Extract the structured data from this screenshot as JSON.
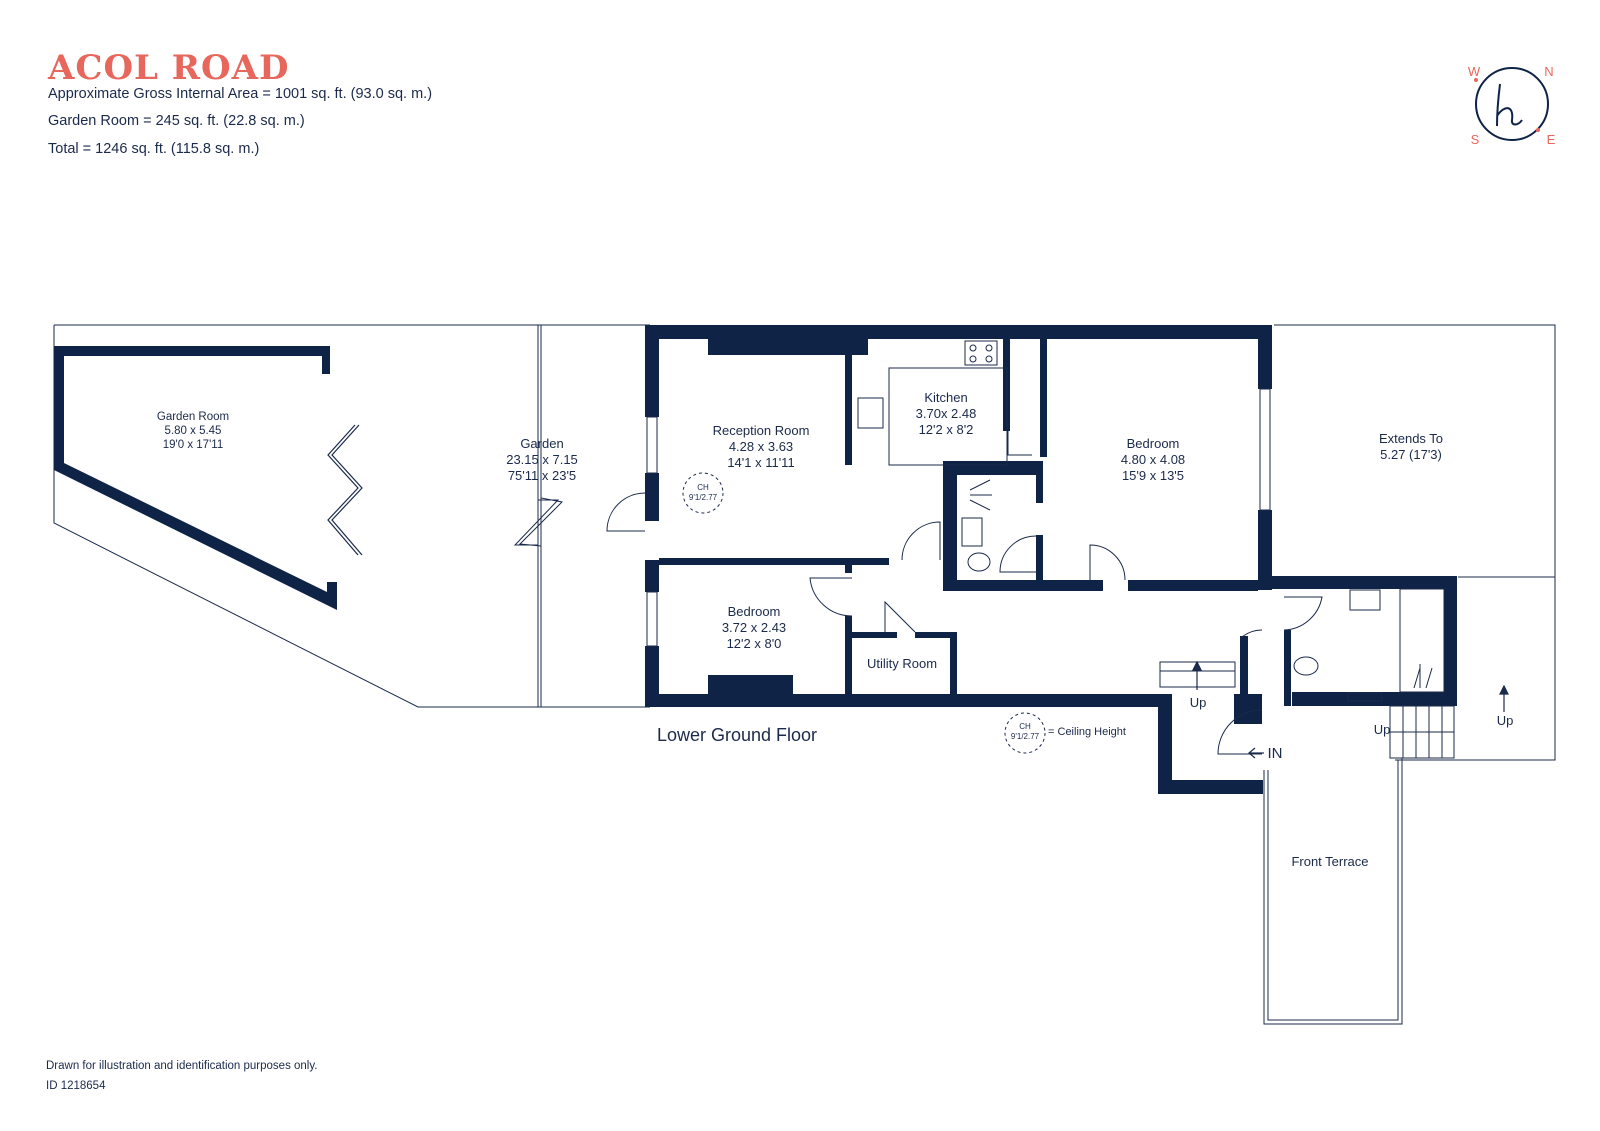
{
  "header": {
    "title": "ACOL ROAD",
    "gross_area": "Approximate Gross Internal Area = 1001 sq. ft. (93.0 sq. m.)",
    "garden_room_area": "Garden Room  = 245 sq. ft. (22.8 sq. m.)",
    "total_area": "Total  = 1246 sq. ft. (115.8 sq. m.)"
  },
  "compass": {
    "w": "W",
    "n": "N",
    "s": "S",
    "e": "E",
    "logo": "h"
  },
  "rooms": {
    "garden_room": {
      "name": "Garden Room",
      "metric": "5.80 x 5.45",
      "imperial": "19'0 x 17'11"
    },
    "garden": {
      "name": "Garden",
      "metric": "23.15 x 7.15",
      "imperial": "75'11 x 23'5"
    },
    "reception": {
      "name": "Reception Room",
      "metric": "4.28 x 3.63",
      "imperial": "14'1 x 11'11"
    },
    "kitchen": {
      "name": "Kitchen",
      "metric": "3.70x 2.48",
      "imperial": "12'2 x 8'2"
    },
    "bedroom_main": {
      "name": "Bedroom",
      "metric": "4.80 x 4.08",
      "imperial": "15'9 x 13'5"
    },
    "extends": {
      "name": "Extends To",
      "metric": "5.27 (17'3)"
    },
    "bedroom_2": {
      "name": "Bedroom",
      "metric": "3.72 x 2.43",
      "imperial": "12'2 x 8'0"
    },
    "utility": {
      "name": "Utility Room"
    },
    "front_terrace": {
      "name": "Front Terrace"
    }
  },
  "ceiling": {
    "ch": "CH",
    "value": "9'1/2.77",
    "legend": "= Ceiling Height"
  },
  "floor_label": "Lower Ground Floor",
  "stairs": {
    "up": "Up",
    "entrance": "IN"
  },
  "footer": {
    "disclaimer": "Drawn for illustration and identification purposes only.",
    "id": "ID 1218654"
  },
  "colors": {
    "wall": "#0f2347",
    "accent": "#e8675d",
    "text": "#1b2a4a"
  }
}
